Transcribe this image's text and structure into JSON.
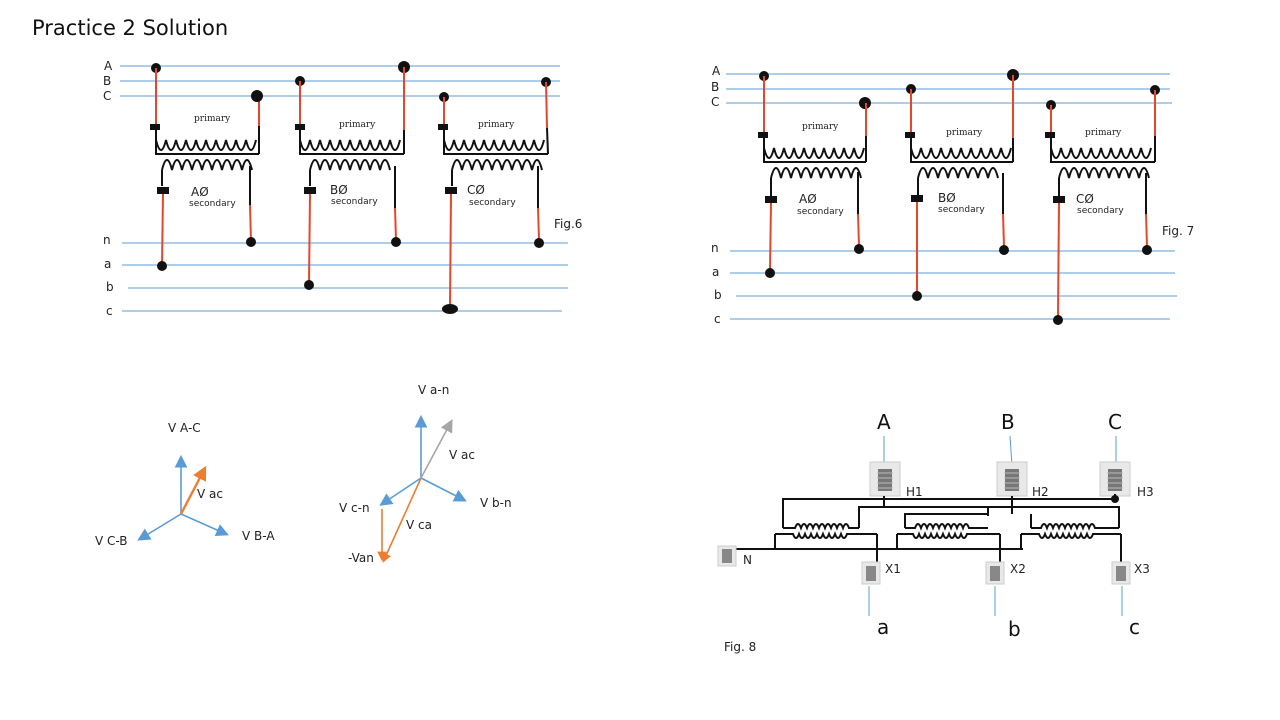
{
  "title": "Practice 2 Solution",
  "fig6": {
    "primary_buses": [
      "A",
      "B",
      "C"
    ],
    "secondary_buses": [
      "n",
      "a",
      "b",
      "c"
    ],
    "units": [
      {
        "primary_label": "primary",
        "phase_label": "AØ",
        "secondary_label": "secondary"
      },
      {
        "primary_label": "primary",
        "phase_label": "BØ",
        "secondary_label": "secondary"
      },
      {
        "primary_label": "primary",
        "phase_label": "CØ",
        "secondary_label": "secondary"
      }
    ],
    "caption": "Fig.6"
  },
  "fig7": {
    "primary_buses": [
      "A",
      "B",
      "C"
    ],
    "secondary_buses": [
      "n",
      "a",
      "b",
      "c"
    ],
    "units": [
      {
        "primary_label": "primary",
        "phase_label": "AØ",
        "secondary_label": "secondary"
      },
      {
        "primary_label": "primary",
        "phase_label": "BØ",
        "secondary_label": "secondary"
      },
      {
        "primary_label": "primary",
        "phase_label": "CØ",
        "secondary_label": "secondary"
      }
    ],
    "caption": "Fig. 7"
  },
  "phasor1": {
    "labels": {
      "top": "V A-C",
      "left": "V C-B",
      "right": "V B-A",
      "orange": "V ac"
    }
  },
  "phasor2": {
    "labels": {
      "top": "V a-n",
      "gray": "V ac",
      "left": "V c-n",
      "right": "V b-n",
      "ca": "V ca",
      "neg": "-Van"
    }
  },
  "fig8": {
    "primary_terminals": [
      "A",
      "B",
      "C"
    ],
    "high_bushings": [
      "H1",
      "H2",
      "H3"
    ],
    "low_bushings": [
      "X1",
      "X2",
      "X3"
    ],
    "neutral": "N",
    "secondary_terminals": [
      "a",
      "b",
      "c"
    ],
    "caption": "Fig. 8"
  },
  "colors": {
    "bus": "#5b9bd5",
    "lead": "#e8462a",
    "winding": "#111111",
    "vector_orange": "#ed7d31",
    "vector_gray": "#a6a6a6"
  }
}
